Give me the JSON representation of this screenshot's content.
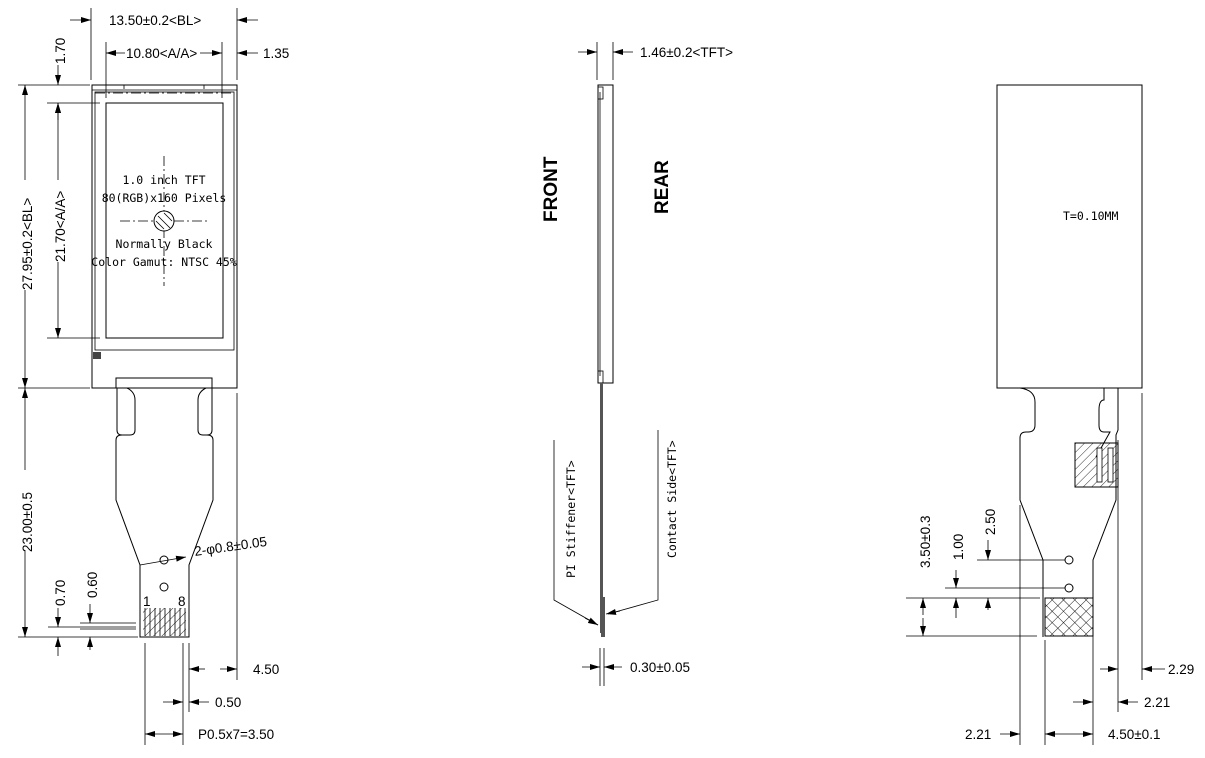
{
  "front_view": {
    "width_bl": "13.50±0.2<BL>",
    "width_aa": "10.80<A/A>",
    "right_margin": "1.35",
    "top_margin": "1.70",
    "height_bl": "27.95±0.2<BL>",
    "height_aa": "21.70<A/A>",
    "panel_text": [
      "1.0 inch TFT",
      "80(RGB)x160 Pixels",
      "Normally Black",
      "Color Gamut: NTSC 45%"
    ],
    "fpc_length": "23.00±0.5",
    "hole_spec": "2-φ0.8±0.05",
    "pin_first": "1",
    "pin_last": "8",
    "dim_070": "0.70",
    "dim_060": "0.60",
    "dim_450": "4.50",
    "dim_050": "0.50",
    "pitch": "P0.5x7=3.50"
  },
  "side_view": {
    "thickness": "1.46±0.2<TFT>",
    "front_label": "FRONT",
    "rear_label": "REAR",
    "stiffener_label": "PI Stiffener<TFT>",
    "contact_label": "Contact Side<TFT>",
    "fpc_thickness": "0.30±0.05"
  },
  "rear_view": {
    "thickness_note": "T=0.10MM",
    "dim_350": "3.50±0.3",
    "dim_100": "1.00",
    "dim_250": "2.50",
    "dim_229": "2.29",
    "dim_221_right": "2.21",
    "dim_221_left": "2.21",
    "dim_450": "4.50±0.1"
  }
}
